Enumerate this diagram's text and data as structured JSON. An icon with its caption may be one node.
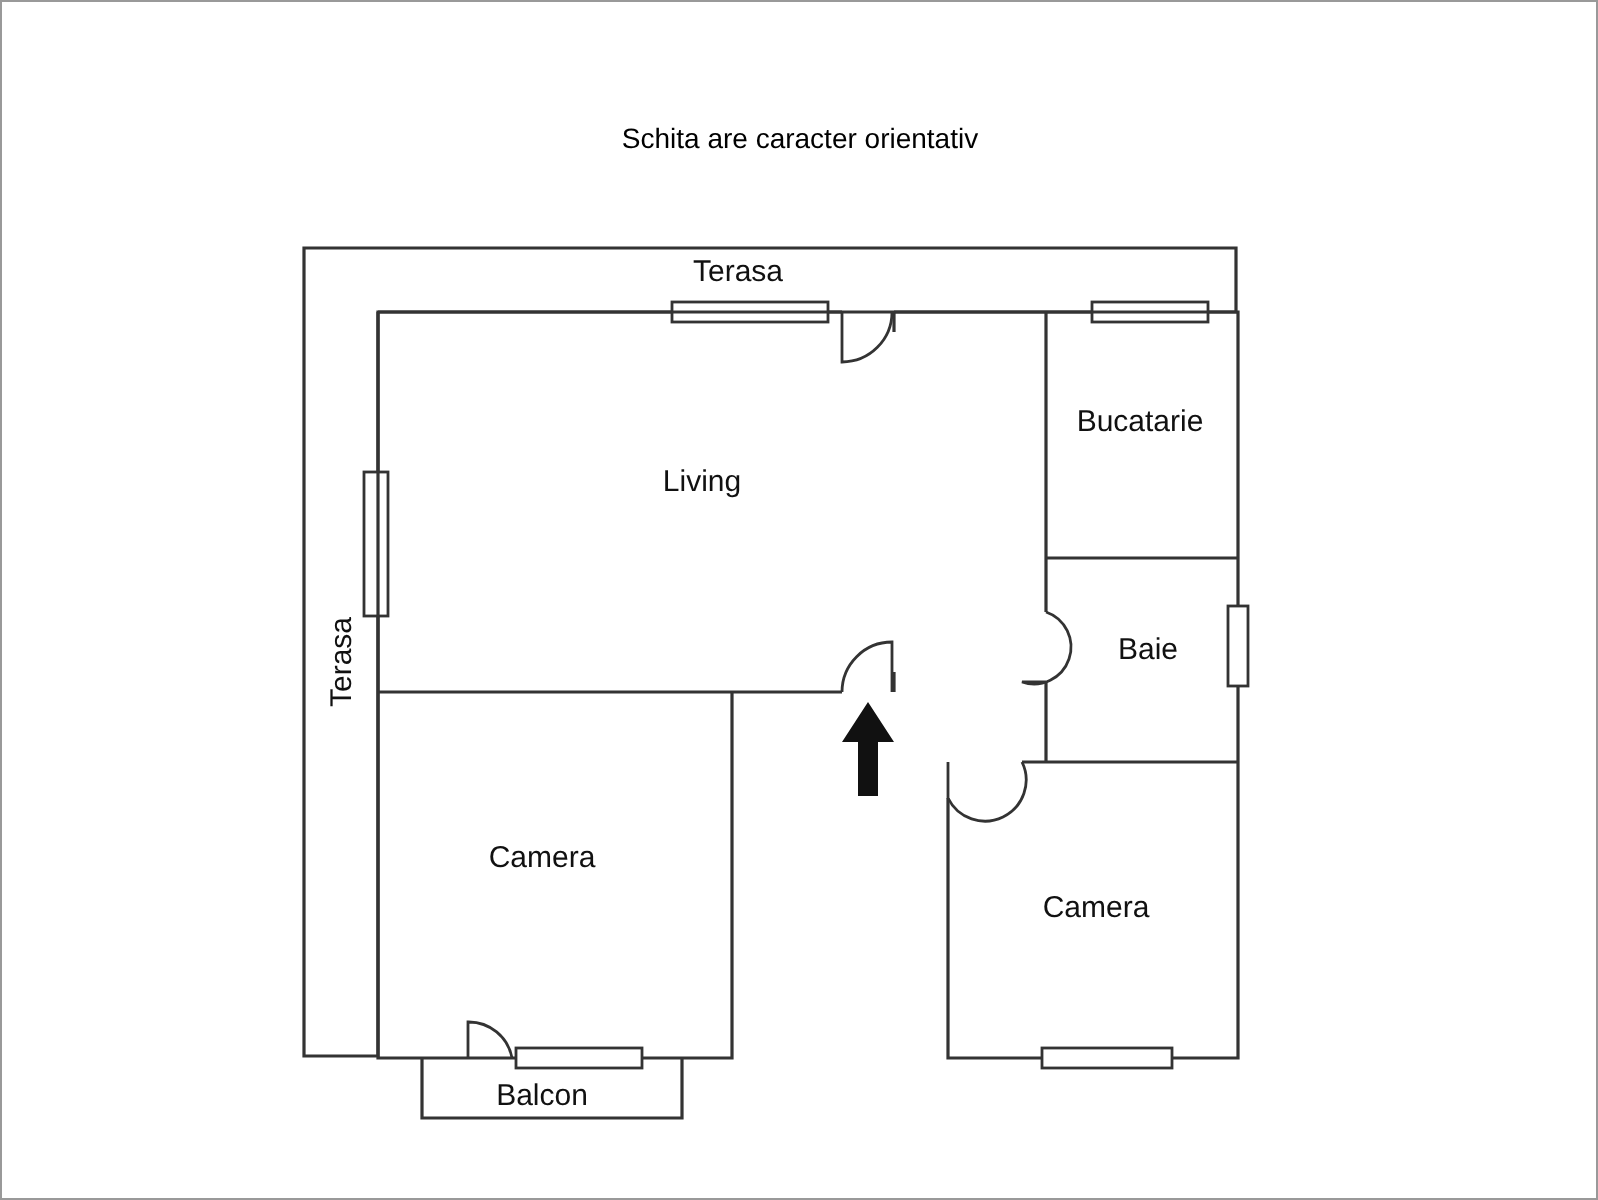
{
  "diagram": {
    "title": "Schita are caracter orientativ",
    "nodes": [
      {
        "text": [
          "Terasa",
          "Terasa"
        ]
      },
      {
        "text": [
          "Living"
        ]
      },
      {
        "text": [
          "Bucatarie"
        ]
      },
      {
        "text": [
          "Baie"
        ]
      },
      {
        "text": [
          "Camera"
        ]
      },
      {
        "text": [
          "Camera"
        ]
      },
      {
        "text": [
          "Balcon"
        ]
      }
    ],
    "edges": []
  }
}
